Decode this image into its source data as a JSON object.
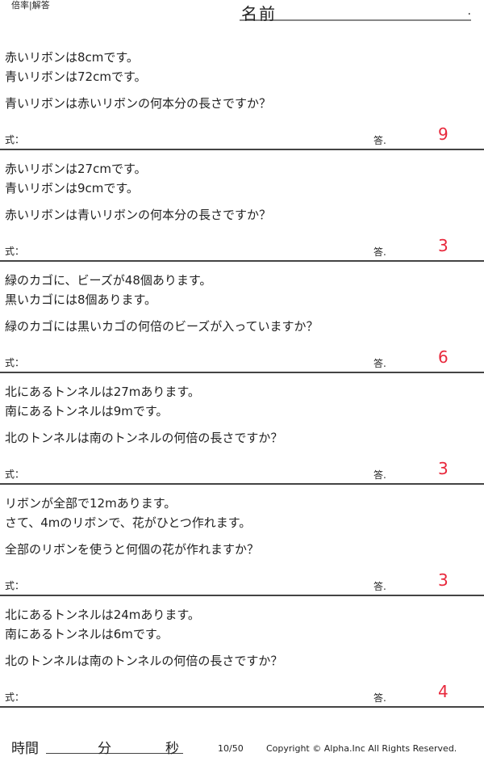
{
  "header": {
    "title": "倍率|解答",
    "name_label": "名前",
    "name_dot": "."
  },
  "labels": {
    "formula": "式：",
    "answer": "答."
  },
  "problems": [
    {
      "line1": "赤いリボンは8cmです。",
      "line2": "青いリボンは72cmです。",
      "question": "青いリボンは赤いリボンの何本分の長さですか？",
      "answer": "9"
    },
    {
      "line1": "赤いリボンは27cmです。",
      "line2": "青いリボンは9cmです。",
      "question": "赤いリボンは青いリボンの何本分の長さですか？",
      "answer": "3"
    },
    {
      "line1": "緑のカゴに、ビーズが48個あります。",
      "line2": "黒いカゴには8個あります。",
      "question": "緑のカゴには黒いカゴの何倍のビーズが入っていますか？",
      "answer": "6"
    },
    {
      "line1": "北にあるトンネルは27mあります。",
      "line2": "南にあるトンネルは9mです。",
      "question": "北のトンネルは南のトンネルの何倍の長さですか？",
      "answer": "3"
    },
    {
      "line1": "リボンが全部で12mあります。",
      "line2": "さて、4mのリボンで、花がひとつ作れます。",
      "question": "全部のリボンを使うと何個の花が作れますか？",
      "answer": "3"
    },
    {
      "line1": "北にあるトンネルは24mあります。",
      "line2": "南にあるトンネルは6mです。",
      "question": "北のトンネルは南のトンネルの何倍の長さですか？",
      "answer": "4"
    }
  ],
  "footer": {
    "time_label": "時間",
    "minutes_label": "分",
    "seconds_label": "秒",
    "page": "10/50",
    "copyright": "Copyright ©  Alpha.Inc All Rights Reserved."
  }
}
